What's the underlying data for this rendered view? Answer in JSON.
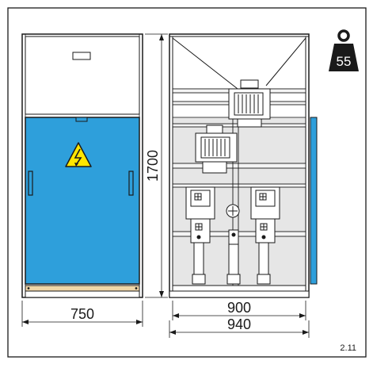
{
  "dimensions": {
    "height": "1700",
    "front_width": "750",
    "side_inner_width": "900",
    "side_outer_width": "940"
  },
  "weight_badge": {
    "value": "55",
    "icon": "weight-icon"
  },
  "figure_number": "2.11",
  "icons": {
    "hazard": "high-voltage-warning-icon",
    "handle": "door-handle-icon"
  },
  "colors": {
    "door_blue": "#2e9fdb",
    "hazard_yellow": "#ffe600",
    "base_strip": "#f0d7a8",
    "panel_grey": "#e6e6e6",
    "line": "#1a1a1a"
  }
}
